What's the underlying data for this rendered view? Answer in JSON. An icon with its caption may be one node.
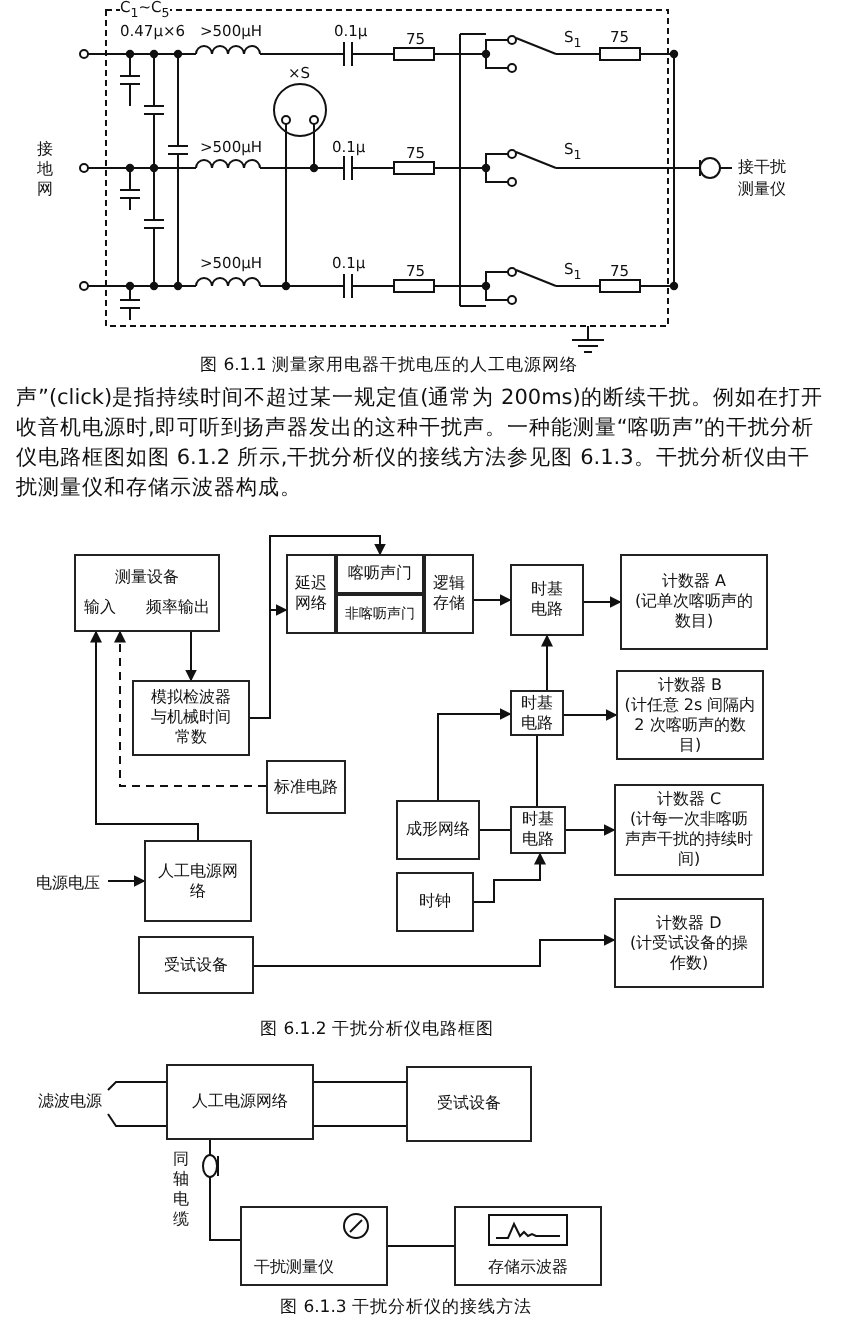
{
  "diagram": {
    "nodes": [
      {
        "text": [
          "测量设备",
          "输入",
          "频率输出"
        ]
      },
      {
        "text": [
          "延迟网络"
        ]
      },
      {
        "text": [
          "喀呖声门"
        ]
      },
      {
        "text": [
          "非喀呖声门"
        ]
      },
      {
        "text": [
          "逻辑存储"
        ]
      },
      {
        "text": [
          "时基电路"
        ]
      },
      {
        "text": [
          "计数器 A",
          "(记单次喀呖声的数目)"
        ]
      },
      {
        "text": [
          "模拟检波器与机械时间常数"
        ]
      },
      {
        "text": [
          "时基电路"
        ]
      },
      {
        "text": [
          "计数器 B",
          "(计任意 2s 间隔内 2 次喀呖声的数目)"
        ]
      },
      {
        "text": [
          "标准电路"
        ]
      },
      {
        "text": [
          "成形网络"
        ]
      },
      {
        "text": [
          "时基电路"
        ]
      },
      {
        "text": [
          "计数器 C",
          "(计每一次非喀呖声声干扰的持续时间)"
        ]
      },
      {
        "text": [
          "时钟"
        ]
      },
      {
        "text": [
          "人工电源网络"
        ]
      },
      {
        "text": [
          "计数器 D",
          "(计受试设备的操作数)"
        ]
      },
      {
        "text": [
          "受试设备"
        ]
      },
      {
        "text": [
          "电源电压"
        ]
      },
      {
        "text": [
          "人工电源网络"
        ]
      },
      {
        "text": [
          "受试设备"
        ]
      },
      {
        "text": [
          "干扰测量仪"
        ]
      },
      {
        "text": [
          "存储示波器"
        ]
      },
      {
        "text": [
          "滤波电源"
        ]
      }
    ],
    "edges": [
      {
        "from": 0,
        "to": 7,
        "arrow": "to"
      },
      {
        "from": 7,
        "to": 1,
        "arrow": "to"
      },
      {
        "from": 7,
        "to": 2,
        "arrow": "to"
      },
      {
        "from": 4,
        "to": 5,
        "arrow": "to"
      },
      {
        "from": 5,
        "to": 6,
        "arrow": "to"
      },
      {
        "from": 8,
        "to": 9,
        "arrow": "to"
      },
      {
        "from": 12,
        "to": 13,
        "arrow": "to"
      },
      {
        "from": 10,
        "to": 0,
        "arrow": "to",
        "style": "dashed"
      },
      {
        "from": 15,
        "to": 0,
        "arrow": "to"
      },
      {
        "from": 18,
        "to": 15,
        "arrow": "to"
      },
      {
        "from": 17,
        "to": 16,
        "arrow": "to"
      },
      {
        "from": 11,
        "to": 12,
        "arrow": "none"
      },
      {
        "from": 11,
        "to": 8,
        "arrow": "to"
      },
      {
        "from": 8,
        "to": 5,
        "arrow": "to"
      },
      {
        "from": 12,
        "to": 8,
        "arrow": "none"
      },
      {
        "from": 14,
        "to": 12,
        "arrow": "to"
      },
      {
        "from": 23,
        "to": 19,
        "arrow": "none"
      },
      {
        "from": 23,
        "to": 19,
        "arrow": "none"
      },
      {
        "from": 19,
        "to": 20,
        "arrow": "none"
      },
      {
        "from": 19,
        "to": 20,
        "arrow": "none"
      },
      {
        "from": 19,
        "to": 21,
        "arrow": "none",
        "label": "同轴电缆"
      },
      {
        "from": 21,
        "to": 22,
        "arrow": "none"
      }
    ],
    "labels": [
      "C$_{1}$~C$_{5}$",
      "0.47μ×6",
      ">500μH",
      "0.1μ",
      "75",
      "S$_{1}$",
      "75",
      "×S",
      "接地网",
      ">500μH",
      "0.1μ",
      "75",
      "S$_{1}$",
      "接干扰测量仪",
      ">500μH",
      "0.1μ",
      "75",
      "S$_{1}$",
      "75",
      "图 6.1.1 测量家用电器干扰电压的人工电源网络",
      "声”(click)是指持续时间不超过某一规定值(通常为 200ms)的断续干扰。例如在打开收音机电源时,即可听到扬声器发出的这种干扰声。一种能测量“喀呖声”的干扰分析仪电路框图如图 6.1.2 所示,干扰分析仪的接线方法参见图 6.1.3。干扰分析仪由干扰测量仪和存储示波器构成。",
      "图 6.1.2 干扰分析仪电路框图",
      "图 6.1.3 干扰分析仪的接线方法"
    ]
  }
}
